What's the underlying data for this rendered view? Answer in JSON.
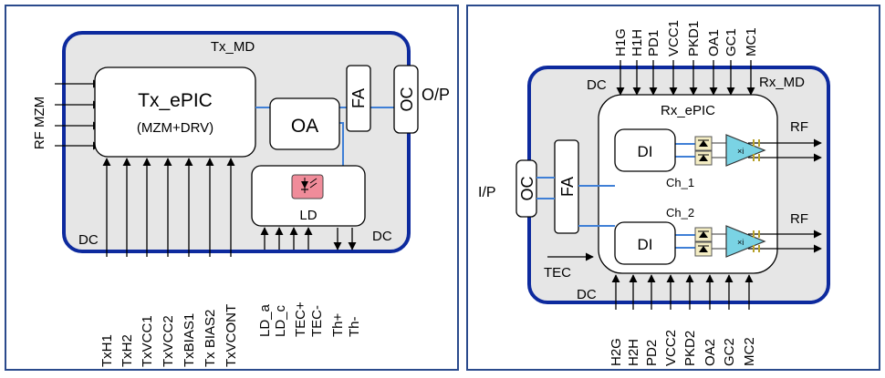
{
  "tx": {
    "module_title": "Tx_MD",
    "epic_title": "Tx_ePIC",
    "epic_subtitle": "(MZM+DRV)",
    "oa_label": "OA",
    "fa_label": "FA",
    "oc_label": "OC",
    "output_label": "O/P",
    "ld_label": "LD",
    "rf_label": "RF MZM",
    "dc_left_label": "DC",
    "dc_right_label": "DC",
    "bottom_pins_left": [
      "TxH1",
      "TxH2",
      "TxVCC1",
      "TxVCC2",
      "TxBIAS1",
      "Tx BIAS2",
      "TxVCONT"
    ],
    "bottom_pins_right": [
      "LD_a",
      "LD_c",
      "TEC+",
      "TEC-",
      "Th+",
      "Th-"
    ]
  },
  "rx": {
    "module_title": "Rx_MD",
    "epic_title": "Rx_ePIC",
    "oc_label": "OC",
    "fa_label": "FA",
    "input_label": "I/P",
    "di1_label": "DI",
    "di2_label": "DI",
    "ch1_label": "Ch_1",
    "ch2_label": "Ch_2",
    "rf1_label": "RF",
    "rf2_label": "RF",
    "dc_top_label": "DC",
    "dc_bottom_label": "DC",
    "tec_label": "TEC",
    "amp_symbol": "×i",
    "top_pins": [
      "H1G",
      "H1H",
      "PD1",
      "VCC1",
      "PKD1",
      "OA1",
      "GC1",
      "MC1"
    ],
    "bottom_pins": [
      "H2G",
      "H2H",
      "PD2",
      "VCC2",
      "PKD2",
      "OA2",
      "GC2",
      "MC2"
    ]
  },
  "colors": {
    "frame": "#2a4a8c",
    "module_border": "#0d2a9e",
    "module_fill": "#e6e6e6",
    "fiber": "#3f7fd6",
    "ld_fill": "#f08c9a",
    "amp_fill": "#7ad3e4",
    "pd_fill": "#f4edc3"
  }
}
